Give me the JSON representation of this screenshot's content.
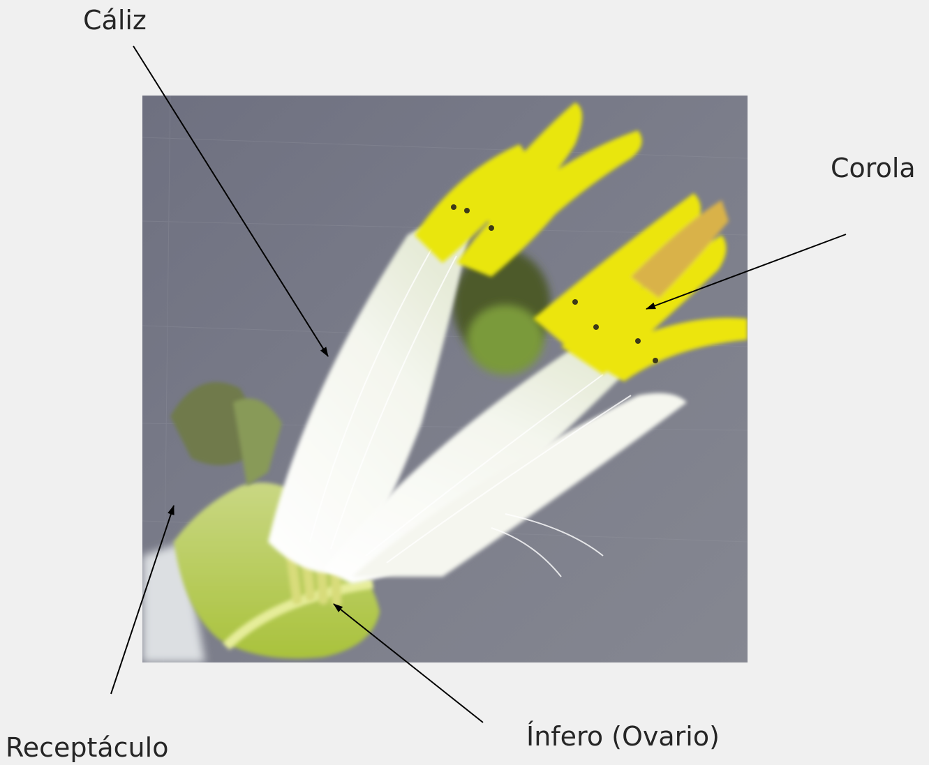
{
  "labels": {
    "caliz": "Cáliz",
    "corola": "Corola",
    "receptaculo": "Receptáculo",
    "infero": "Ínfero (Ovario)"
  },
  "photo": {
    "subject": "flower-dissection-photo"
  },
  "colors": {
    "background": "#f0f0f0",
    "text": "#262626",
    "arrow": "#000000"
  }
}
